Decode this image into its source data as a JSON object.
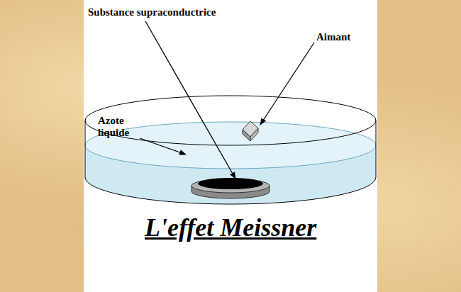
{
  "diagram": {
    "title": "L'effet Meissner",
    "labels": [
      "Substance supraconductrice",
      "Aimant",
      "Azote liquide"
    ]
  }
}
